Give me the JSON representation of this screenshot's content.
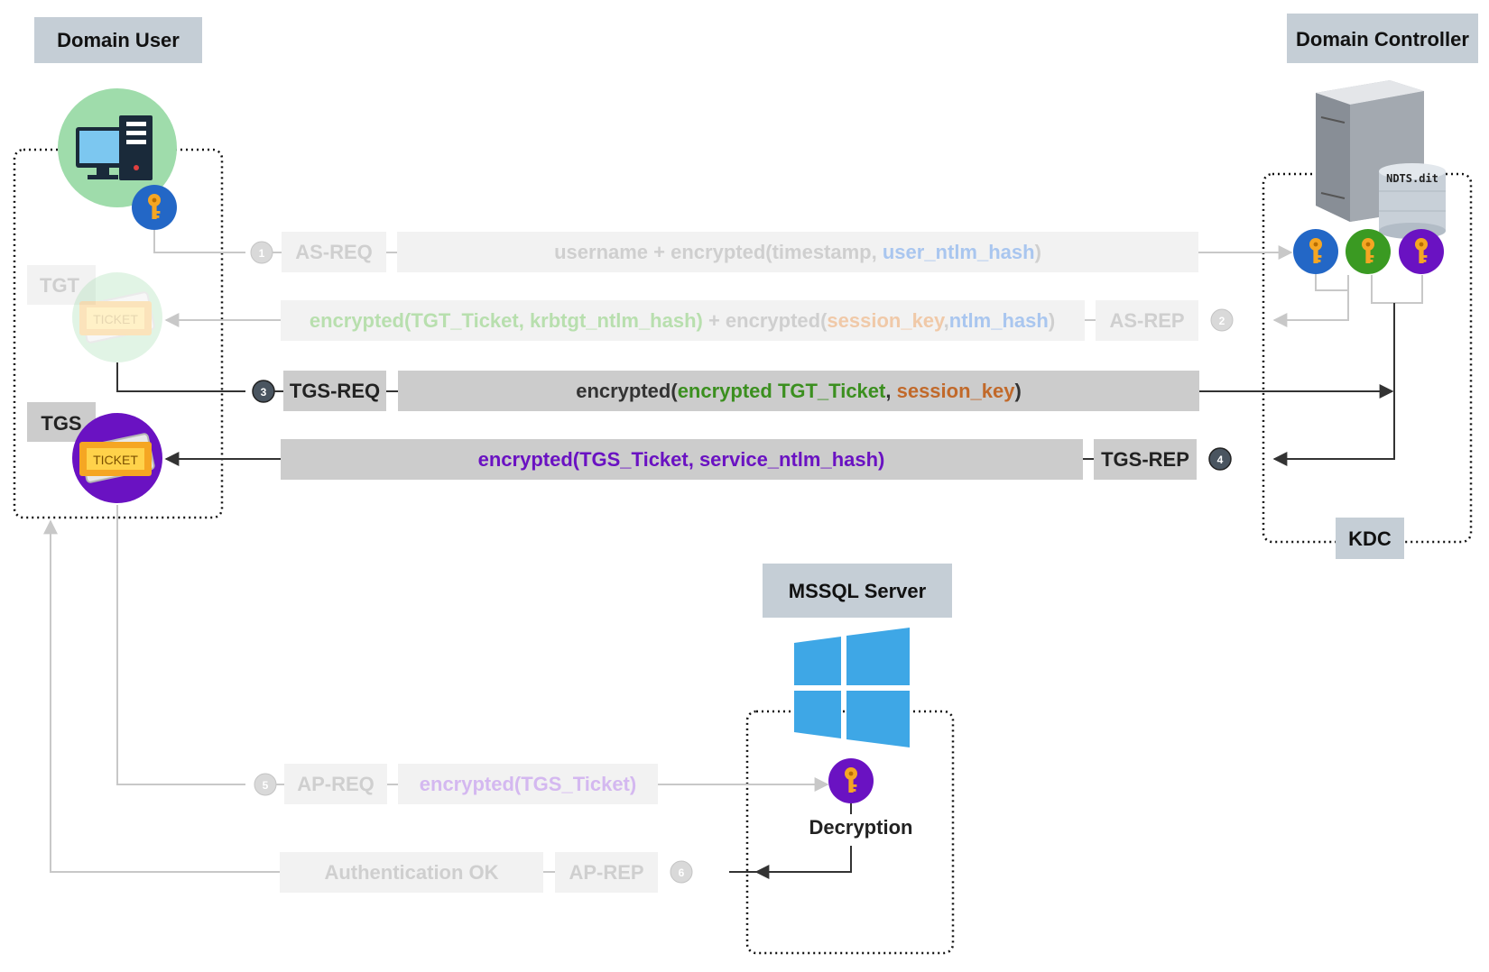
{
  "nodes": {
    "domain_user": "Domain User",
    "domain_controller": "Domain Controller",
    "kdc": "KDC",
    "mssql": "MSSQL Server",
    "ntds": "NDTS.dit",
    "tgt": "TGT",
    "tgs": "TGS",
    "ticket": "TICKET",
    "decryption": "Decryption"
  },
  "steps": {
    "s1": {
      "num": "1",
      "name": "AS-REQ",
      "payload_a": "username + encrypted(timestamp, ",
      "payload_b": "user_ntlm_hash",
      "payload_c": ")"
    },
    "s2": {
      "num": "2",
      "name": "AS-REP",
      "p1": "encrypted(TGT_Ticket, krbtgt_ntlm_hash)",
      "p2": " + encrypted(",
      "p3": "session_key",
      "p4": ",",
      "p5": "ntlm_hash",
      "p6": ")"
    },
    "s3": {
      "num": "3",
      "name": "TGS-REQ",
      "p1": "encrypted(",
      "p2": "encrypted TGT_Ticket",
      "p3": ", ",
      "p4": "session_key",
      "p5": ")"
    },
    "s4": {
      "num": "4",
      "name": "TGS-REP",
      "payload": "encrypted(TGS_Ticket, service_ntlm_hash)"
    },
    "s5": {
      "num": "5",
      "name": "AP-REQ",
      "payload": "encrypted(TGS_Ticket)"
    },
    "s6": {
      "num": "6",
      "name": "AP-REP",
      "payload": "Authentication OK"
    }
  },
  "colors": {
    "label_bg": "#c5ced6",
    "box_active": "#cccccc",
    "box_faded": "#f2f2f2",
    "line_active": "#333333",
    "line_faded": "#c8c8c8",
    "green": "#3b8f1f",
    "orange": "#c1692a",
    "purple": "#6a12c2",
    "blue": "#7aa6e0",
    "key_blue": "#2367c6",
    "key_green": "#3a9a22",
    "key_purple": "#6a12c2",
    "key_gold": "#f5a623",
    "win_blue": "#3ea7e6"
  },
  "icons": [
    "computer-icon",
    "server-icon",
    "database-icon",
    "key-icon",
    "ticket-icon",
    "windows-logo-icon"
  ]
}
